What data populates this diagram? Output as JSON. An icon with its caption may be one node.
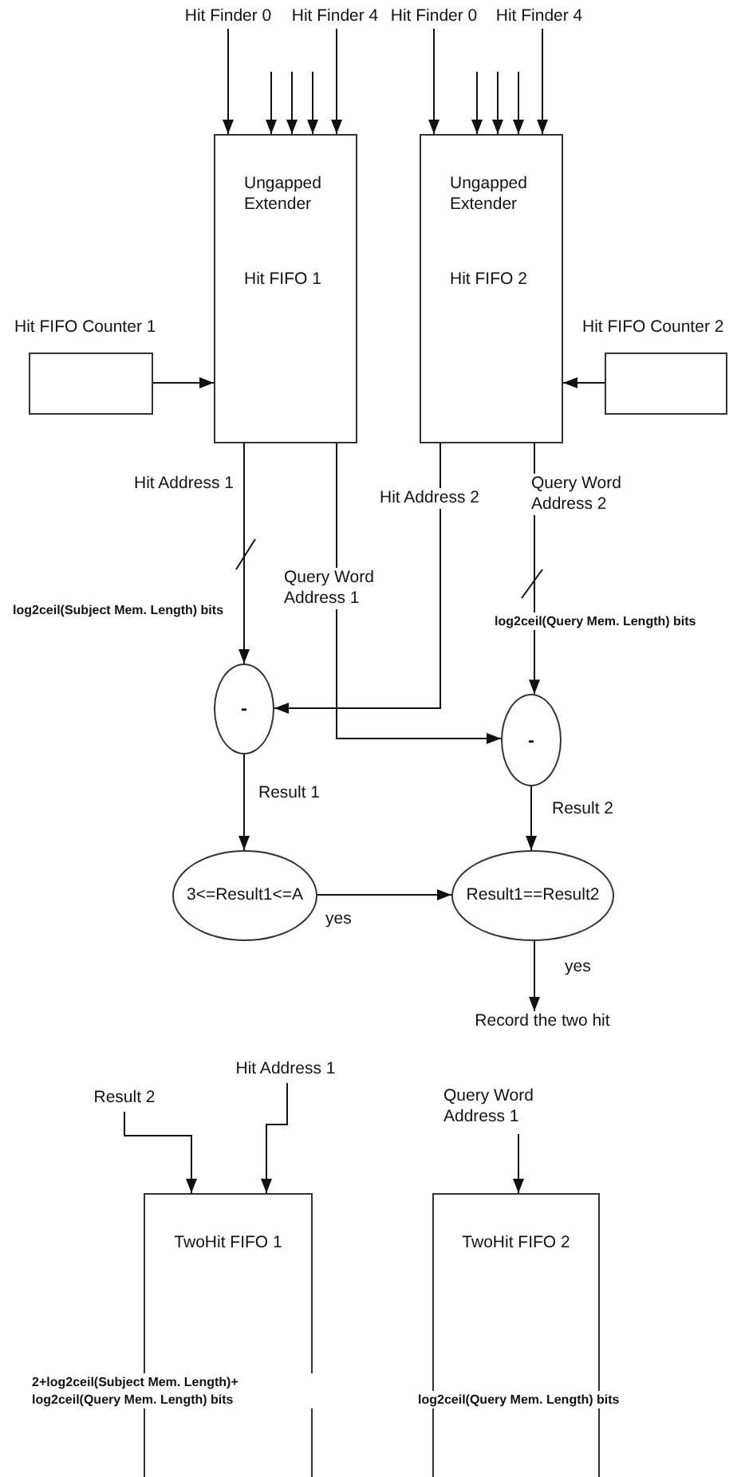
{
  "diagram": {
    "nodes": [
      {
        "text": [
          "Hit Finder 0"
        ]
      },
      {
        "text": [
          "Hit Finder 4"
        ]
      },
      {
        "text": [
          "Hit Finder 0"
        ]
      },
      {
        "text": [
          "Hit Finder 4"
        ]
      },
      {
        "text": [
          "Ungapped Extender",
          "Hit FIFO 1"
        ]
      },
      {
        "text": [
          "Ungapped Extender",
          "Hit FIFO 2"
        ]
      },
      {
        "text": [
          "Hit FIFO Counter 1"
        ]
      },
      {
        "text": [
          "Hit FIFO Counter 2"
        ]
      },
      {
        "text": [
          "-"
        ]
      },
      {
        "text": [
          "-"
        ]
      },
      {
        "text": [
          "3<=Result1<=A"
        ]
      },
      {
        "text": [
          "Result1==Result2"
        ]
      },
      {
        "text": [
          "Record the two hit"
        ]
      },
      {
        "text": [
          "Result 2"
        ]
      },
      {
        "text": [
          "Hit Address 1"
        ]
      },
      {
        "text": [
          "Query Word Address 1"
        ]
      },
      {
        "text": [
          "TwoHit FIFO 1"
        ]
      },
      {
        "text": [
          "TwoHit FIFO 2"
        ]
      }
    ],
    "edges": [
      {
        "from": 0,
        "to": 4,
        "arrow": "to"
      },
      {
        "from": null,
        "to": 4,
        "arrow": "to"
      },
      {
        "from": null,
        "to": 4,
        "arrow": "to"
      },
      {
        "from": null,
        "to": 4,
        "arrow": "to"
      },
      {
        "from": 1,
        "to": 4,
        "arrow": "to"
      },
      {
        "from": 2,
        "to": 5,
        "arrow": "to"
      },
      {
        "from": null,
        "to": 5,
        "arrow": "to"
      },
      {
        "from": null,
        "to": 5,
        "arrow": "to"
      },
      {
        "from": null,
        "to": 5,
        "arrow": "to"
      },
      {
        "from": 3,
        "to": 5,
        "arrow": "to"
      },
      {
        "from": 6,
        "to": 4,
        "arrow": "to"
      },
      {
        "from": 7,
        "to": 5,
        "arrow": "to"
      },
      {
        "from": 4,
        "to": 8,
        "label": "Hit Address 1",
        "arrow": "to"
      },
      {
        "from": 5,
        "to": 8,
        "label": "Hit Address 2",
        "arrow": "to"
      },
      {
        "from": 4,
        "to": 9,
        "label": "Query Word Address 1",
        "arrow": "to"
      },
      {
        "from": 5,
        "to": 9,
        "label": "Query Word Address 2",
        "arrow": "to"
      },
      {
        "from": 8,
        "to": 10,
        "label": "Result 1",
        "arrow": "to"
      },
      {
        "from": 9,
        "to": 11,
        "label": "Result 2",
        "arrow": "to"
      },
      {
        "from": 10,
        "to": 11,
        "label": "yes",
        "arrow": "to"
      },
      {
        "from": 11,
        "to": 12,
        "label": "yes",
        "arrow": "to"
      },
      {
        "from": 13,
        "to": 16,
        "arrow": "to"
      },
      {
        "from": 14,
        "to": 16,
        "arrow": "to"
      },
      {
        "from": 15,
        "to": 17,
        "arrow": "to"
      }
    ],
    "labels": [
      "log2ceil(Subject Mem. Length) bits",
      "log2ceil(Query Mem. Length) bits",
      "2+log2ceil(Subject Mem. Length)+ log2ceil(Query Mem. Length) bits",
      "log2ceil(Query Mem. Length) bits"
    ]
  }
}
